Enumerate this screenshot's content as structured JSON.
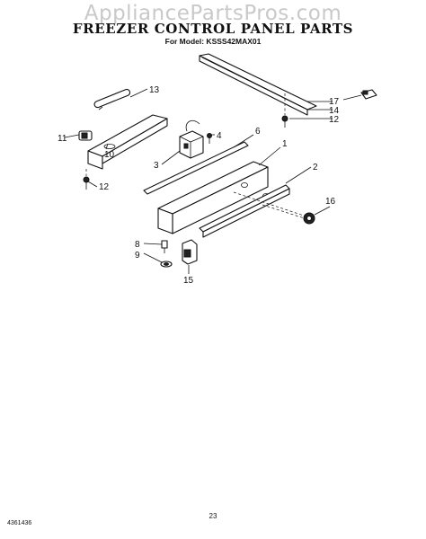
{
  "watermark": "AppliancePartsPros.com",
  "title": "FREEZER CONTROL PANEL PARTS",
  "subtitle": "For Model: KSSS42MAX01",
  "callouts": [
    "1",
    "2",
    "3",
    "4",
    "6",
    "8",
    "9",
    "10",
    "11",
    "12",
    "12",
    "13",
    "14",
    "15",
    "16",
    "17"
  ],
  "footer": {
    "doc_number": "4361436",
    "page_number": "23"
  }
}
